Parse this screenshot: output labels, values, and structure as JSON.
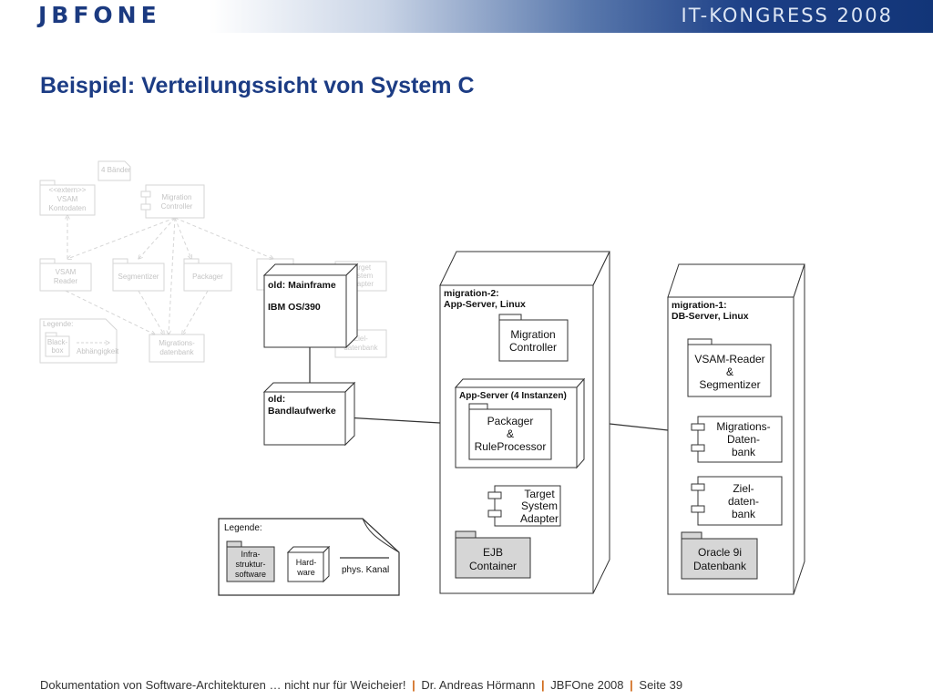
{
  "header": {
    "logo": "JBFONE",
    "event": "IT-KONGRESS 2008"
  },
  "title": "Beispiel: Verteilungssicht von System C",
  "diagram": {
    "mainframe": {
      "line1": "old: Mainframe",
      "line2": "IBM OS/390"
    },
    "bandlaufwerke": {
      "line1": "old:",
      "line2": "Bandlaufwerke"
    },
    "app_server_node": {
      "line1": "migration-2:",
      "line2": "App-Server, Linux",
      "migration_controller": [
        "Migration",
        "Controller"
      ],
      "app_server_group": "App-Server (4 Instanzen)",
      "packager": [
        "Packager",
        "&",
        "RuleProcessor"
      ],
      "target_adapter": [
        "Target",
        "System",
        "Adapter"
      ],
      "ejb_container": [
        "EJB",
        "Container"
      ]
    },
    "db_server_node": {
      "line1": "migration-1:",
      "line2": "DB-Server, Linux",
      "vsam_reader": [
        "VSAM-Reader",
        "&",
        "Segmentizer"
      ],
      "migrations_datenbank": [
        "Migrations-",
        "Daten-",
        "bank"
      ],
      "zieldatenbank": [
        "Ziel-",
        "daten-",
        "bank"
      ],
      "oracle": [
        "Oracle 9i",
        "Datenbank"
      ]
    },
    "legend": {
      "title": "Legende:",
      "infra": [
        "Infra-",
        "struktur-",
        "software"
      ],
      "hardware": [
        "Hard-",
        "ware"
      ],
      "link": "phys. Kanal"
    },
    "faded": {
      "baender": "4 Bänder",
      "vsam": [
        "<<extern>>",
        "VSAM",
        "Kontodaten"
      ],
      "migration_controller": [
        "Migration",
        "Controller"
      ],
      "vsam_reader": [
        "VSAM",
        "Reader"
      ],
      "segmentizer": "Segmentizer",
      "packager": "Packager",
      "target": [
        "Target",
        "System",
        "Adapter"
      ],
      "legend_title": "Legende:",
      "blackbox": [
        "Black-",
        "box"
      ],
      "abhaengigkeit": "Abhängigkeit",
      "migrationsdatenbank": [
        "Migrations-",
        "datenbank"
      ],
      "zieldatenbank": [
        "Ziel-",
        "datenbank"
      ]
    }
  },
  "footer": {
    "doc": "Dokumentation von Software-Architekturen … nicht nur für Weicheier!",
    "sep": "|",
    "author": "Dr. Andreas Hörmann",
    "event": "JBFOne 2008",
    "page": "Seite 39"
  }
}
